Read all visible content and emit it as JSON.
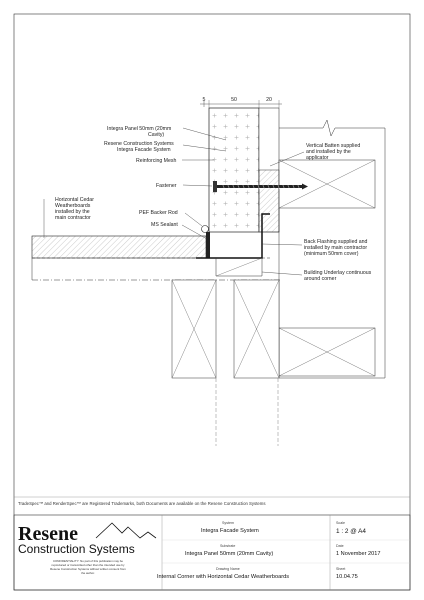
{
  "callouts": {
    "integra_panel": [
      "Integra Panel 50mm (20mm",
      "Cavity)"
    ],
    "resene_system": [
      "Resene Construction Systems",
      "Integra Facade System"
    ],
    "reinforcing_mesh": "Reinforcing Mesh",
    "fastener": "Fastener",
    "horizontal_cedar": [
      "Horizontal Cedar",
      "Weatherboards",
      "installed by the",
      "main contractor"
    ],
    "pef_backer_rod": "PEF Backer Rod",
    "ms_sealant": "MS Sealant",
    "vertical_batten": [
      "Vertical Batten supplied",
      "and installed by the",
      "applicator"
    ],
    "back_flashing": [
      "Back Flashing supplied and",
      "installed by main contractor",
      "(minimum 50mm cover)"
    ],
    "building_underlay": [
      "Building Underlay continuous",
      "around corner"
    ]
  },
  "dimensions": {
    "d1": "5",
    "d2": "50",
    "d3": "20"
  },
  "trademark_note": "TradeSpec™ and RenderSpec™ are Registered Trademarks, both Documents are available on the Resene Construction Systems",
  "title_block": {
    "brand_line1": "Resene",
    "brand_line2": "Construction Systems",
    "confidentiality": [
      "CONFIDENTIALITY: No part of this publication may be",
      "reproduced or transmitted other than the intended use by",
      "Resene Construction Systems without written consent from",
      "the author."
    ],
    "system_label": "System",
    "system_value": "Integra Facade System",
    "substrate_label": "Substrate",
    "substrate_value": "Integra Panel 50mm (20mm Cavity)",
    "drawing_name_label": "Drawing Name",
    "drawing_name_value": "Internal Corner with Horizontal Cedar Weatherboards",
    "scale_label": "Scale",
    "scale_value": "1 : 2 @ A4",
    "date_label": "Date",
    "date_value": "1 November 2017",
    "sheet_label": "Sheet",
    "sheet_value": "10.04.75"
  }
}
